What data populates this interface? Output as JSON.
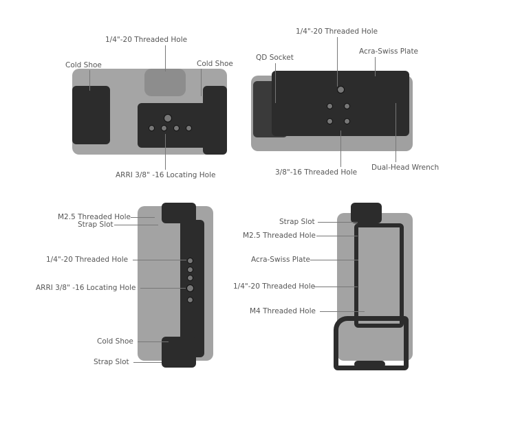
{
  "views": {
    "top_left": {
      "labels": [
        "1/4\"-20 Threaded Hole",
        "Cold Shoe",
        "Cold Shoe",
        "ARRI 3/8\" -16 Locating Hole"
      ]
    },
    "top_right": {
      "labels": [
        "1/4\"-20 Threaded Hole",
        "QD Socket",
        "Acra-Swiss Plate",
        "3/8\"-16 Threaded Hole",
        "Dual-Head Wrench"
      ]
    },
    "bottom_left": {
      "labels": [
        "M2.5 Threaded Hole",
        "Strap Slot",
        "1/4\"-20 Threaded Hole",
        "ARRI 3/8\" -16 Locating Hole",
        "Cold Shoe",
        "Strap Slot"
      ]
    },
    "bottom_right": {
      "labels": [
        "Strap Slot",
        "M2.5 Threaded Hole",
        "Acra-Swiss Plate",
        "1/4\"-20 Threaded Hole",
        "M4 Threaded Hole"
      ]
    }
  }
}
